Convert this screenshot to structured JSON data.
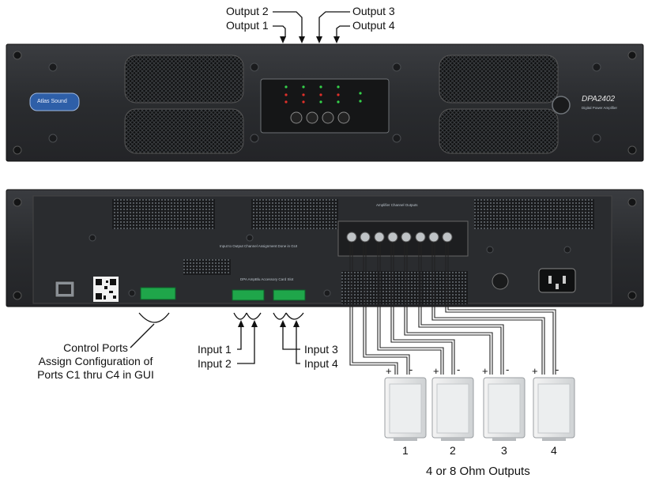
{
  "labels": {
    "output_2": "Output 2",
    "output_1": "Output 1",
    "output_3": "Output 3",
    "output_4": "Output 4",
    "input_1": "Input 1",
    "input_2": "Input 2",
    "input_3": "Input 3",
    "input_4": "Input 4",
    "control_ports": "Control Ports\nAssign Configuration of\nPorts C1 thru C4 in GUI",
    "speaker_1": "1",
    "speaker_2": "2",
    "speaker_3": "3",
    "speaker_4": "4",
    "outputs_caption": "4 or 8 Ohm Outputs"
  },
  "front_panel": {
    "brand_logo": "Atlas Sound",
    "model": "DPA2402",
    "subtitle": "Digital Power Amplifier"
  },
  "rear_panel": {
    "amplifier_outputs": "Amplifier Channel Outputs",
    "input_assignment": "Input to Output Channel Assignment Done in GUI",
    "accessory_card": "DPA AmpBlu Accessory Card Slot"
  },
  "colors": {
    "chassis": "#2b2d30",
    "terminal_green": "#1fa64a",
    "led_green": "#35d24a",
    "led_red": "#e0302a",
    "logo_blue": "#2e5fa8"
  }
}
